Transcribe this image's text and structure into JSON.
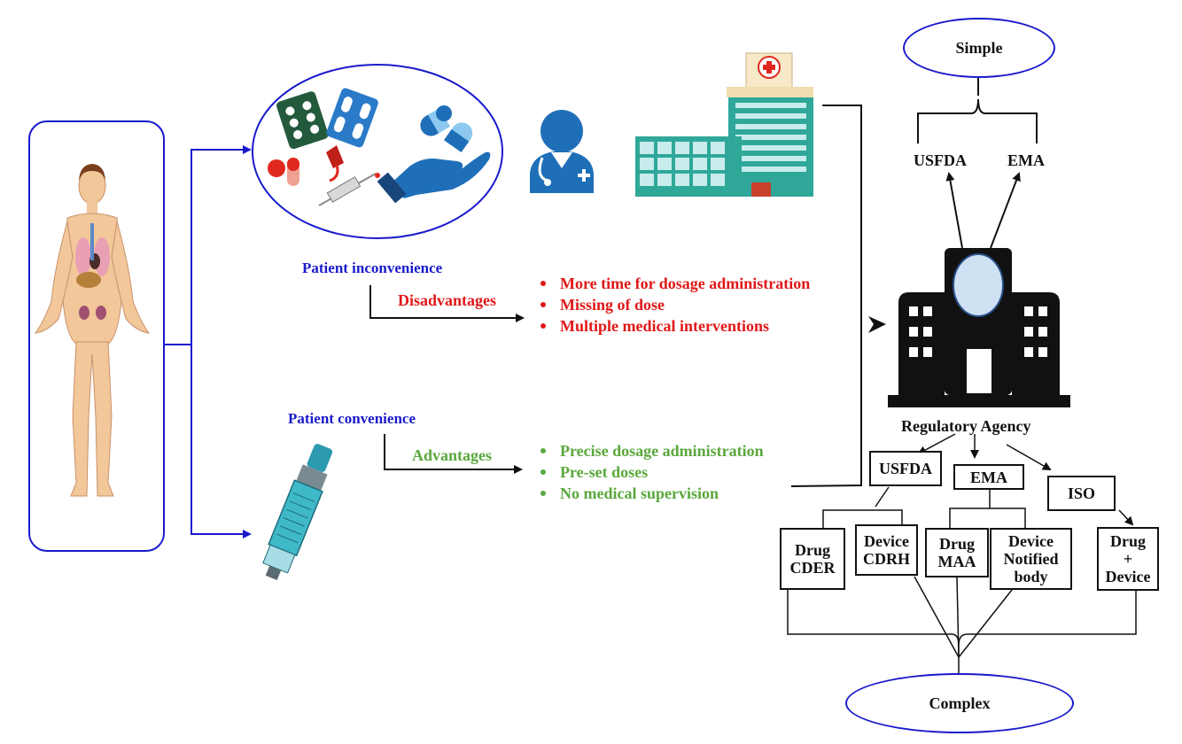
{
  "patient_inconvenience": {
    "title": "Patient inconvenience",
    "branch_label": "Disadvantages",
    "items": [
      "More time for dosage administration",
      "Missing of dose",
      "Multiple medical interventions"
    ]
  },
  "patient_convenience": {
    "title": "Patient convenience",
    "branch_label": "Advantages",
    "items": [
      "Precise dosage administration",
      "Pre-set doses",
      "No medical supervision"
    ]
  },
  "regulatory": {
    "agency_label": "Regulatory Agency",
    "simple_label": "Simple",
    "complex_label": "Complex",
    "top_agencies": [
      "USFDA",
      "EMA"
    ],
    "mid_boxes": {
      "usfda": "USFDA",
      "ema": "EMA",
      "iso": "ISO"
    },
    "bottom_boxes": {
      "drug_cder": [
        "Drug",
        "CDER"
      ],
      "device_cdrh": [
        "Device",
        "CDRH"
      ],
      "drug_maa": [
        "Drug",
        "MAA"
      ],
      "device_notified": [
        "Device",
        "Notified",
        "body"
      ],
      "drug_device": [
        "Drug",
        "+",
        "Device"
      ]
    }
  },
  "colors": {
    "blue_accent": "#1a1acc",
    "disadvantage_red": "#e01818",
    "advantage_green": "#5aa83c",
    "icon_blue": "#1f6fb8",
    "dark_blue": "#18457a"
  },
  "icons": [
    "human-body-icon",
    "pills-icon",
    "capsule-icon",
    "syringe-icon",
    "hand-icon",
    "doctor-icon",
    "hospital-icon",
    "insulin-pen-icon",
    "agency-building-icon"
  ]
}
